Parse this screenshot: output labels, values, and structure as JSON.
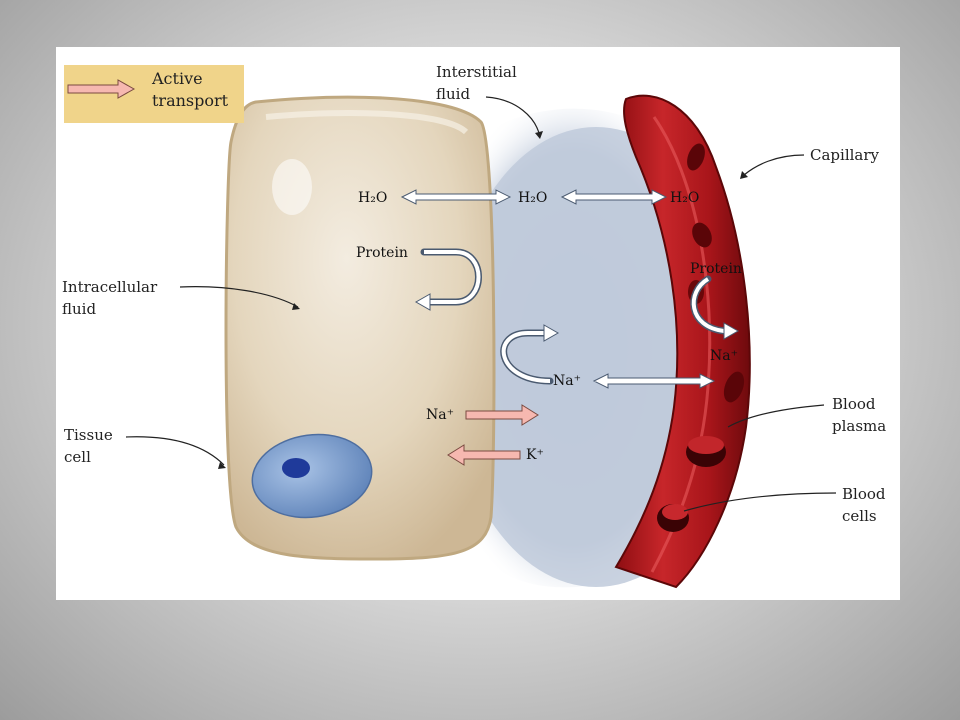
{
  "legend": {
    "line1": "Active",
    "line2": "transport",
    "color": "#f0d48a",
    "arrow_fill": "#f6b8b0"
  },
  "labels": {
    "interstitial_1": "Interstitial",
    "interstitial_2": "fluid",
    "capillary": "Capillary",
    "intracellular_1": "Intracellular",
    "intracellular_2": "fluid",
    "tissue_1": "Tissue",
    "tissue_2": "cell",
    "plasma_1": "Blood",
    "plasma_2": "plasma",
    "bloodcells_1": "Blood",
    "bloodcells_2": "cells"
  },
  "chem": {
    "h2o_cell": "H₂O",
    "h2o_interstitial": "H₂O",
    "h2o_capillary": "H₂O",
    "protein_cell": "Protein",
    "protein_capillary": "Protein",
    "na_capillary": "Na⁺",
    "na_interstitial": "Na⁺",
    "na_cell": "Na⁺",
    "k_cell": "K⁺"
  },
  "colors": {
    "cell_fill": "#e6d8c0",
    "cell_border": "#c2ab88",
    "nucleus": "#6f95c8",
    "nucleolus": "#1f3a9a",
    "interstitial": "#bcc8da",
    "capillary": "#b5161c",
    "capillary_dark": "#7a0c10"
  }
}
